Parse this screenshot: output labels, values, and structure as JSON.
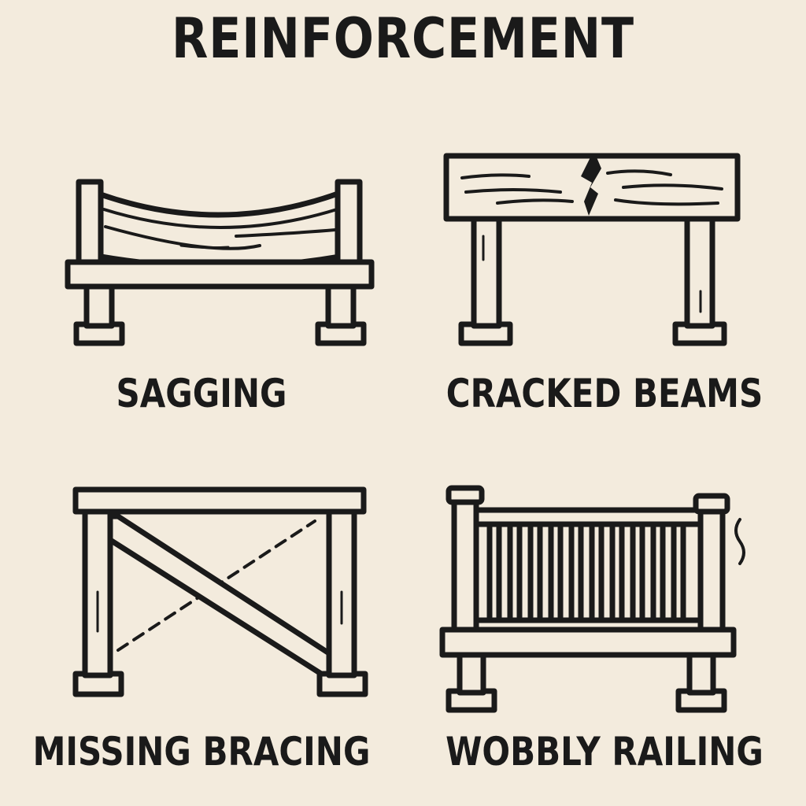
{
  "title": "REINFORCEMENT",
  "panels": [
    {
      "label": "SAGGING",
      "icon": "sagging-deck-icon"
    },
    {
      "label": "CRACKED BEAMS",
      "icon": "cracked-beam-icon"
    },
    {
      "label": "MISSING BRACING",
      "icon": "missing-bracing-icon"
    },
    {
      "label": "WOBBLY RAILING",
      "icon": "wobbly-railing-icon"
    }
  ],
  "colors": {
    "background": "#f3ebdd",
    "ink": "#1a1a1a"
  }
}
